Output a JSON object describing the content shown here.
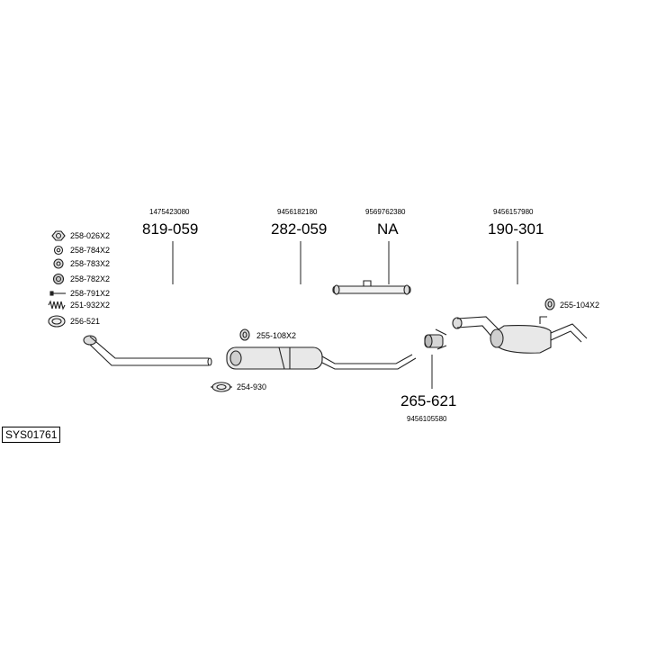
{
  "system_code": "SYS01761",
  "parts": [
    {
      "number": "819-059",
      "oem": "1475423080"
    },
    {
      "number": "282-059",
      "oem": "9456182180"
    },
    {
      "number": "NA",
      "oem": "9569762380"
    },
    {
      "number": "190-301",
      "oem": "9456157980"
    },
    {
      "number": "265-621",
      "oem": "9456105580"
    }
  ],
  "hardware": [
    "258-026X2",
    "258-784X2",
    "258-783X2",
    "258-782X2",
    "258-791X2",
    "251-932X2",
    "256-521"
  ],
  "callouts": {
    "clamp_mid": "255-108X2",
    "gasket_mid": "254-930",
    "clamp_rear": "255-104X2"
  }
}
